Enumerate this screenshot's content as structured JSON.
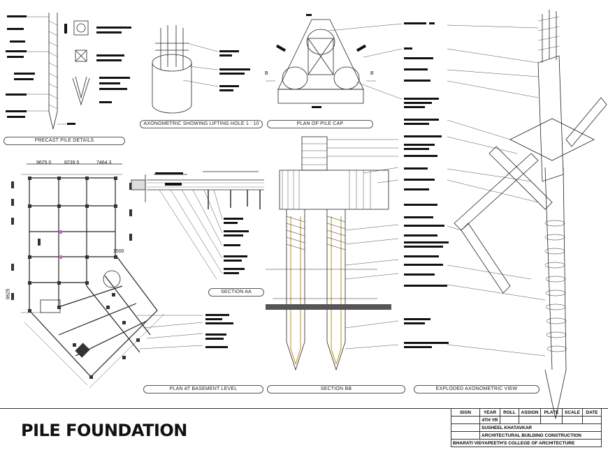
{
  "title": "PILE FOUNDATION",
  "labels": {
    "precast": "PRECAST PILE DETAILS",
    "axono_lift": "AXONOMETRIC SHOWING LIFTING HOLE   1 : 10",
    "plan_cap": "PLAN OF PILE CAP",
    "section_aa": "SECTION AA",
    "plan_basement": "PLAN AT BASEMENT LEVEL",
    "section_bb": "SECTION BB",
    "exploded": "EXPLODED AXONOMETRIC VIEW"
  },
  "dims": {
    "d1": "9625.0",
    "d2": "8239.5",
    "d3": "7464.3",
    "d4": "1500",
    "d5": "9625"
  },
  "section_marks": {
    "b1": "B",
    "b2": "B"
  },
  "title_block": {
    "headers": [
      "SIGN",
      "YEAR",
      "ROLL",
      "ASSIGN",
      "PLATE",
      "SCALE",
      "DATE"
    ],
    "year": "4TH YR",
    "name": "SUSHEEL KHATAVKAR",
    "subject": "ARCHITECTURAL BUILDING CONSTRUCTION",
    "college": "BHARATI VIDYAPEETH'S COLLEGE OF ARCHITECTURE"
  },
  "colors": {
    "line": "#222222",
    "accent": "#c96bb0",
    "rebar": "#c9a23a"
  }
}
